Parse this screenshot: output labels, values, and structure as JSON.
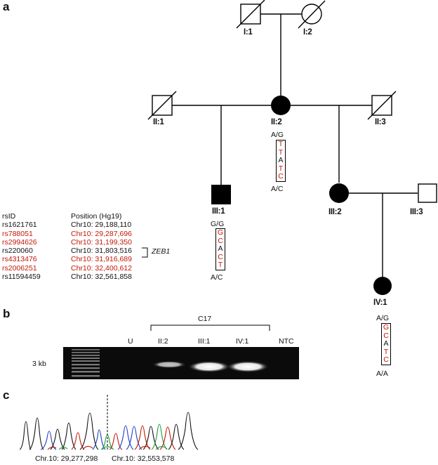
{
  "panel_labels": {
    "a": "a",
    "b": "b",
    "c": "c"
  },
  "pedigree": {
    "individuals": [
      {
        "id": "I:1",
        "label": "I:1",
        "sex": "male",
        "affected": false,
        "deceased": true
      },
      {
        "id": "I:2",
        "label": "I:2",
        "sex": "female",
        "affected": false,
        "deceased": true
      },
      {
        "id": "II:1",
        "label": "II:1",
        "sex": "male",
        "affected": false,
        "deceased": true
      },
      {
        "id": "II:2",
        "label": "II:2",
        "sex": "female",
        "affected": true,
        "deceased": false
      },
      {
        "id": "II:3",
        "label": "II:3",
        "sex": "male",
        "affected": false,
        "deceased": true
      },
      {
        "id": "III:1",
        "label": "III:1",
        "sex": "male",
        "affected": true,
        "deceased": false
      },
      {
        "id": "III:2",
        "label": "III:2",
        "sex": "female",
        "affected": true,
        "deceased": false
      },
      {
        "id": "III:3",
        "label": "III:3",
        "sex": "male",
        "affected": false,
        "deceased": false
      },
      {
        "id": "IV:1",
        "label": "IV:1",
        "sex": "female",
        "affected": true,
        "deceased": false
      }
    ],
    "haplotypes": {
      "II:2": {
        "top": "A/G",
        "alleles": [
          "T",
          "T",
          "A",
          "T",
          "C"
        ],
        "colors": [
          "red",
          "red",
          "black",
          "red",
          "red"
        ],
        "bottom": "A/C"
      },
      "III:1": {
        "top": "G/G",
        "alleles": [
          "G",
          "C",
          "A",
          "C",
          "T"
        ],
        "colors": [
          "red",
          "red",
          "black",
          "red",
          "red"
        ],
        "bottom": "A/C"
      },
      "IV:1": {
        "top": "A/G",
        "alleles": [
          "G",
          "C",
          "A",
          "T",
          "C"
        ],
        "colors": [
          "red",
          "red",
          "black",
          "red",
          "red"
        ],
        "bottom": "A/A"
      }
    }
  },
  "snp_table": {
    "header": {
      "id": "rsID",
      "pos": "Position (Hg19)"
    },
    "rows": [
      {
        "id": "rs1621761",
        "pos": "Chr10: 29,188,110",
        "highlight": false
      },
      {
        "id": "rs788051",
        "pos": "Chr10: 29,287,696",
        "highlight": true
      },
      {
        "id": "rs2994626",
        "pos": "Chr10: 31,199,350",
        "highlight": true
      },
      {
        "id": "rs220060",
        "pos": "Chr10: 31,803,516",
        "highlight": false
      },
      {
        "id": "rs4313476",
        "pos": "Chr10: 31,916,689",
        "highlight": true
      },
      {
        "id": "rs2006251",
        "pos": "Chr10: 32,400,612",
        "highlight": true
      },
      {
        "id": "rs11594459",
        "pos": "Chr10: 32,561,858",
        "highlight": false
      }
    ],
    "gene": "ZEB1"
  },
  "gel": {
    "group_label": "C17",
    "lanes": [
      "U",
      "II:2",
      "III:1",
      "IV:1",
      "NTC"
    ],
    "size_marker": "3 kb",
    "band_intensity": {
      "U": 0,
      "II:2": 0.7,
      "III:1": 1.0,
      "IV:1": 1.0,
      "NTC": 0
    }
  },
  "chromatogram": {
    "left_label": "Chr.10: 29,277,298",
    "right_label": "Chr.10: 32,553,578"
  },
  "colors": {
    "red": "#c21807",
    "black": "#111111",
    "gel_bg": "#0a0a0a"
  }
}
